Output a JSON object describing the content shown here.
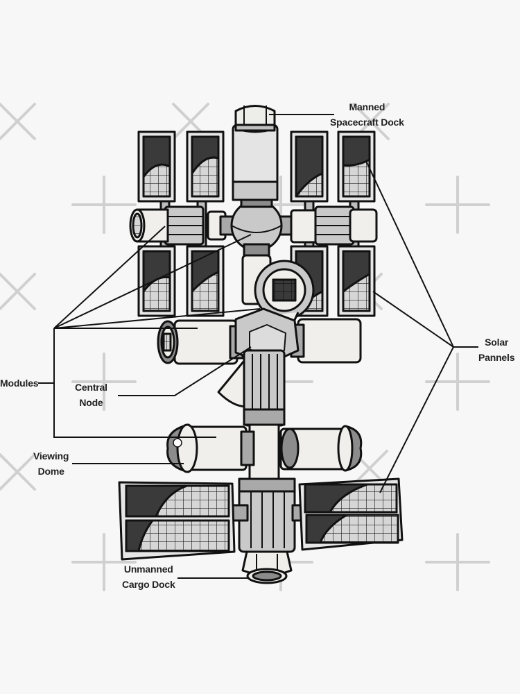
{
  "labels": {
    "manned_dock": [
      "Manned",
      "Spacecraft Dock"
    ],
    "solar": [
      "Solar",
      "Pannels"
    ],
    "modules": "Modules",
    "central_node": [
      "Central",
      "Node"
    ],
    "viewing_dome": [
      "Viewing",
      "Dome"
    ],
    "cargo_dock": [
      "Unmanned",
      "Cargo Dock"
    ]
  },
  "colors": {
    "background": "#f7f7f7",
    "line": "#111111",
    "module_light": "#f0efeb",
    "module_mid": "#c9c9c9",
    "module_dark": "#8c8c8c",
    "panel_dark": "#3a3a3a",
    "watermark": "#d0d0d0"
  }
}
